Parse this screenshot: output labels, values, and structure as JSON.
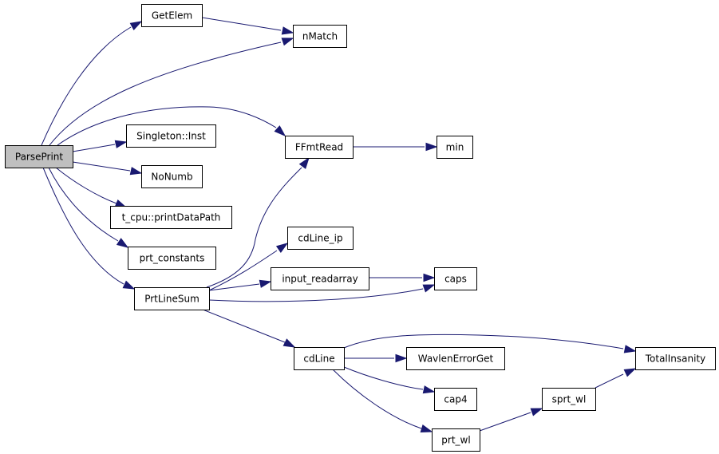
{
  "graph": {
    "title": "",
    "colors": {
      "edge": "#191970",
      "root_fill": "#bfbfbf",
      "node_fill": "#ffffff",
      "node_border": "#000000"
    },
    "nodes": [
      {
        "id": "ParsePrint",
        "label": "ParsePrint",
        "root": true
      },
      {
        "id": "GetElem",
        "label": "GetElem"
      },
      {
        "id": "nMatch",
        "label": "nMatch"
      },
      {
        "id": "SingletonInst",
        "label": "Singleton::Inst"
      },
      {
        "id": "FFmtRead",
        "label": "FFmtRead"
      },
      {
        "id": "min",
        "label": "min"
      },
      {
        "id": "NoNumb",
        "label": "NoNumb"
      },
      {
        "id": "printDataPath",
        "label": "t_cpu::printDataPath"
      },
      {
        "id": "prt_constants",
        "label": "prt_constants"
      },
      {
        "id": "cdLine_ip",
        "label": "cdLine_ip"
      },
      {
        "id": "input_readarray",
        "label": "input_readarray"
      },
      {
        "id": "caps",
        "label": "caps"
      },
      {
        "id": "PrtLineSum",
        "label": "PrtLineSum"
      },
      {
        "id": "cdLine",
        "label": "cdLine"
      },
      {
        "id": "WavlenErrorGet",
        "label": "WavlenErrorGet"
      },
      {
        "id": "TotalInsanity",
        "label": "TotalInsanity"
      },
      {
        "id": "cap4",
        "label": "cap4"
      },
      {
        "id": "sprt_wl",
        "label": "sprt_wl"
      },
      {
        "id": "prt_wl",
        "label": "prt_wl"
      }
    ],
    "edges": [
      {
        "from": "ParsePrint",
        "to": "GetElem"
      },
      {
        "from": "ParsePrint",
        "to": "nMatch"
      },
      {
        "from": "GetElem",
        "to": "nMatch"
      },
      {
        "from": "ParsePrint",
        "to": "FFmtRead"
      },
      {
        "from": "ParsePrint",
        "to": "SingletonInst"
      },
      {
        "from": "ParsePrint",
        "to": "NoNumb"
      },
      {
        "from": "ParsePrint",
        "to": "printDataPath"
      },
      {
        "from": "ParsePrint",
        "to": "prt_constants"
      },
      {
        "from": "ParsePrint",
        "to": "PrtLineSum"
      },
      {
        "from": "FFmtRead",
        "to": "min"
      },
      {
        "from": "PrtLineSum",
        "to": "FFmtRead"
      },
      {
        "from": "PrtLineSum",
        "to": "cdLine_ip"
      },
      {
        "from": "PrtLineSum",
        "to": "input_readarray"
      },
      {
        "from": "PrtLineSum",
        "to": "caps"
      },
      {
        "from": "input_readarray",
        "to": "caps"
      },
      {
        "from": "PrtLineSum",
        "to": "cdLine"
      },
      {
        "from": "cdLine",
        "to": "TotalInsanity"
      },
      {
        "from": "cdLine",
        "to": "WavlenErrorGet"
      },
      {
        "from": "cdLine",
        "to": "cap4"
      },
      {
        "from": "cdLine",
        "to": "prt_wl"
      },
      {
        "from": "prt_wl",
        "to": "sprt_wl"
      },
      {
        "from": "sprt_wl",
        "to": "TotalInsanity"
      }
    ]
  }
}
